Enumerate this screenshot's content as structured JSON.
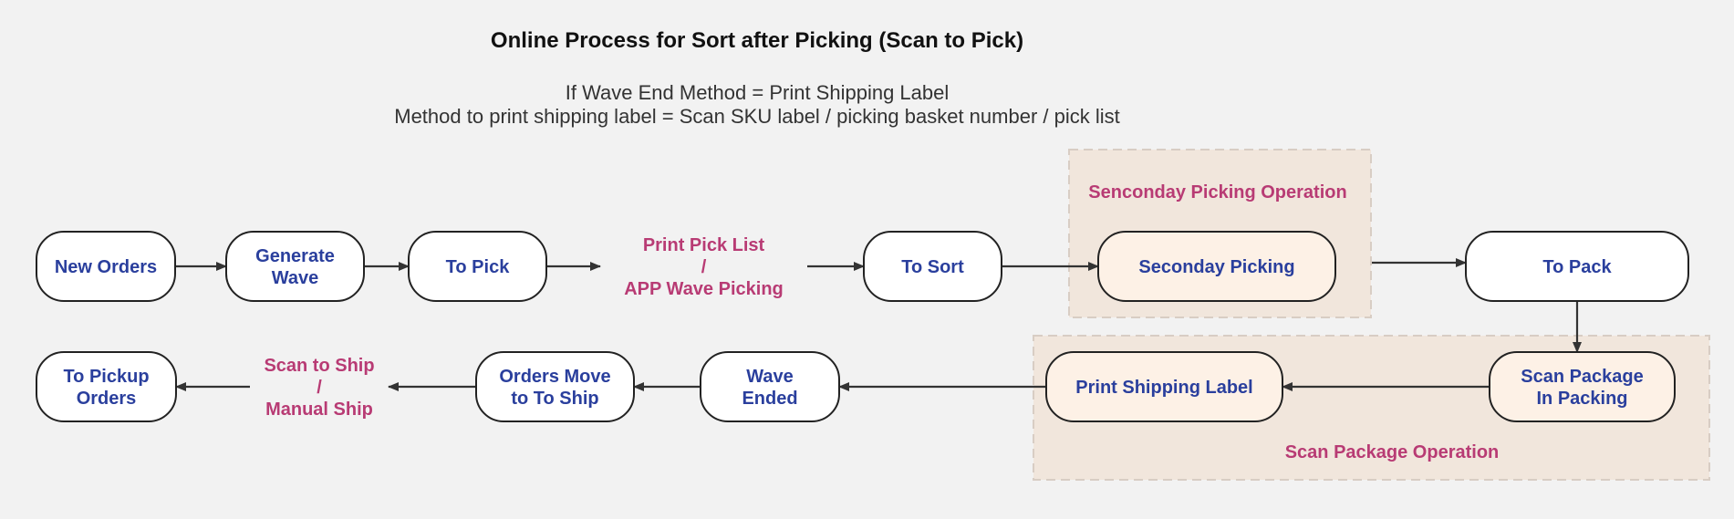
{
  "title": "Online Process for Sort after Picking (Scan to Pick)",
  "subtitle": {
    "line1": "If Wave End Method = Print Shipping Label",
    "line2": "Method to print shipping label = Scan SKU label / picking basket number / pick list"
  },
  "groups": {
    "secondary_picking": "Senconday Picking Operation",
    "scan_package": "Scan Package Operation"
  },
  "nodes": {
    "new_orders": [
      "New Orders"
    ],
    "generate_wave": [
      "Generate",
      "Wave"
    ],
    "to_pick": [
      "To Pick"
    ],
    "print_pick_list": [
      "Print Pick List",
      "/",
      "APP Wave Picking"
    ],
    "to_sort": [
      "To Sort"
    ],
    "secondary_picking": [
      "Seconday Picking"
    ],
    "to_pack": [
      "To Pack"
    ],
    "scan_package": [
      "Scan Package",
      "In Packing"
    ],
    "print_shipping_label": [
      "Print Shipping Label"
    ],
    "wave_ended": [
      "Wave",
      "Ended"
    ],
    "orders_move": [
      "Orders Move",
      "to To Ship"
    ],
    "scan_to_ship": [
      "Scan to Ship",
      "/",
      "Manual Ship"
    ],
    "to_pickup_orders": [
      "To Pickup",
      "Orders"
    ]
  },
  "colors": {
    "background": "#f2f2f2",
    "node_text": "#2a3f9d",
    "step_text": "#b83b74",
    "group_fill": "#f1e6dc",
    "tinted_node_fill": "#fdf1e6",
    "edge": "#333333"
  }
}
